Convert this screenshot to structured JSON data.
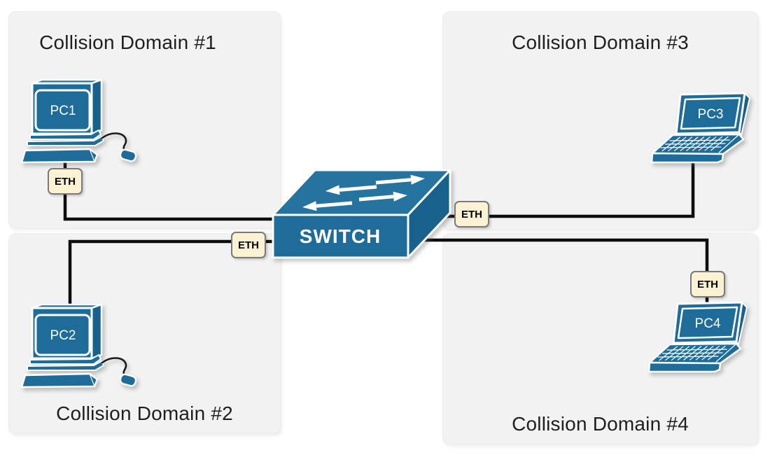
{
  "domains": [
    {
      "label": "Collision Domain #1",
      "title_position": "top",
      "device": {
        "type": "desktop-pc",
        "label": "PC1"
      },
      "port_label": "ETH"
    },
    {
      "label": "Collision Domain #2",
      "title_position": "bottom",
      "device": {
        "type": "desktop-pc",
        "label": "PC2"
      },
      "port_label": "ETH"
    },
    {
      "label": "Collision Domain #3",
      "title_position": "top",
      "device": {
        "type": "laptop",
        "label": "PC3"
      },
      "port_label": "ETH"
    },
    {
      "label": "Collision Domain #4",
      "title_position": "bottom",
      "device": {
        "type": "laptop",
        "label": "PC4"
      },
      "port_label": "ETH"
    }
  ],
  "switch": {
    "label": "SWITCH"
  },
  "connections": [
    {
      "from": "PC1",
      "to": "SWITCH",
      "port": "ETH"
    },
    {
      "from": "PC2",
      "to": "SWITCH",
      "port": "ETH"
    },
    {
      "from": "PC3",
      "to": "SWITCH",
      "port": "ETH"
    },
    {
      "from": "PC4",
      "to": "SWITCH",
      "port": "ETH"
    }
  ],
  "colors": {
    "device_fill": "#1E6C99",
    "device_top": "#24749F",
    "device_side": "#17618C",
    "port_bg": "#FBF1D3",
    "port_border": "#7A7A7A",
    "domain_bg": "#F2F2F2",
    "cable": "#0D0D0D",
    "title_text": "#1F1F1F"
  }
}
